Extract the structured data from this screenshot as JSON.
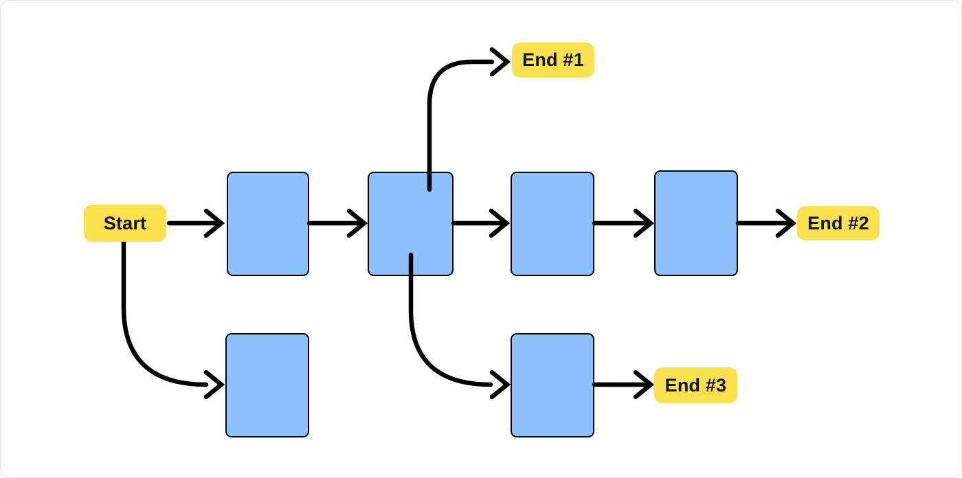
{
  "diagram": {
    "type": "flowchart",
    "direction": "left-to-right",
    "labels": {
      "start": "Start",
      "end_1": "End #1",
      "end_2": "End #2",
      "end_3": "End #3"
    },
    "nodes": [
      {
        "id": "step-1",
        "row": "top"
      },
      {
        "id": "step-2",
        "row": "top"
      },
      {
        "id": "step-3",
        "row": "top"
      },
      {
        "id": "step-4",
        "row": "top"
      },
      {
        "id": "step-5",
        "row": "bottom"
      },
      {
        "id": "step-6",
        "row": "bottom"
      }
    ],
    "edges": [
      {
        "from": "start",
        "to": "step-1"
      },
      {
        "from": "start",
        "to": "step-5"
      },
      {
        "from": "step-1",
        "to": "step-2"
      },
      {
        "from": "step-2",
        "to": "end-1"
      },
      {
        "from": "step-2",
        "to": "step-3"
      },
      {
        "from": "step-2",
        "to": "step-6"
      },
      {
        "from": "step-3",
        "to": "step-4"
      },
      {
        "from": "step-4",
        "to": "end-2"
      },
      {
        "from": "step-6",
        "to": "end-3"
      }
    ]
  },
  "colors": {
    "canvas-bg": "#ffffff",
    "node-fill": "#8cc2fc",
    "node-border": "#000000",
    "label-bg": "#fae14e",
    "label-text": "#121212",
    "arrow": "#000000"
  }
}
